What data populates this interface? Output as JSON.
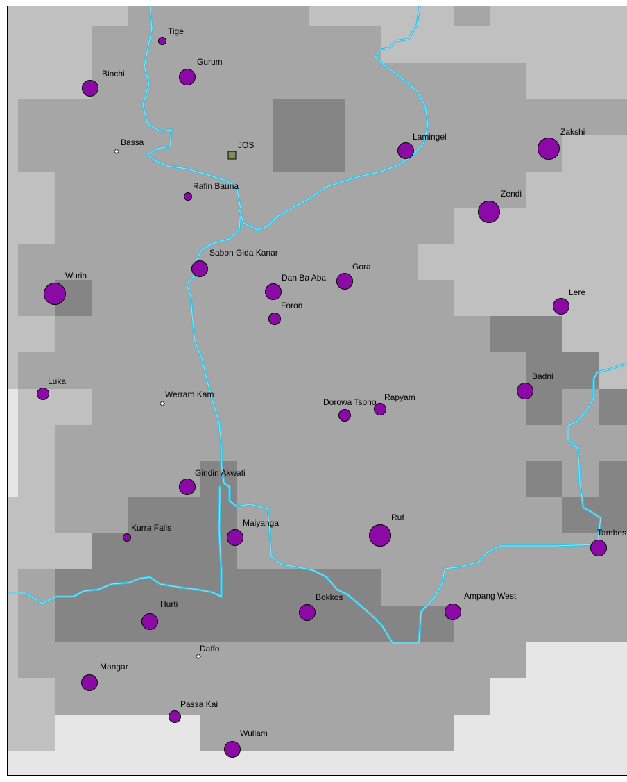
{
  "map": {
    "colors": {
      "raster_lightest": "#e6e6e6",
      "raster_light": "#c0c0c0",
      "raster_medium": "#a6a6a6",
      "raster_dark": "#858585",
      "river": "#35c0e0",
      "settlement_fill": "#8b0aa5",
      "capital_fill": "#7f8c55"
    },
    "capital": {
      "name": "JOS"
    },
    "settlements": [
      {
        "name": "Tige",
        "size": "small"
      },
      {
        "name": "Gurum",
        "size": "large"
      },
      {
        "name": "Binchi",
        "size": "large"
      },
      {
        "name": "Bassa",
        "size": "tiny"
      },
      {
        "name": "Rafin Bauna",
        "size": "small"
      },
      {
        "name": "Lamingel",
        "size": "large"
      },
      {
        "name": "Zakshi",
        "size": "xlarge"
      },
      {
        "name": "Zendi",
        "size": "xlarge"
      },
      {
        "name": "Sabon Gida Kanar",
        "size": "large"
      },
      {
        "name": "Wuria",
        "size": "xlarge"
      },
      {
        "name": "Dan Ba Aba",
        "size": "large"
      },
      {
        "name": "Gora",
        "size": "large"
      },
      {
        "name": "Foron",
        "size": "medium"
      },
      {
        "name": "Lere",
        "size": "large"
      },
      {
        "name": "Luka",
        "size": "medium"
      },
      {
        "name": "Werram Kam",
        "size": "tiny"
      },
      {
        "name": "Dorowa Tsoho",
        "size": "medium"
      },
      {
        "name": "Rapyam",
        "size": "medium"
      },
      {
        "name": "Badni",
        "size": "large"
      },
      {
        "name": "Gindin Akwati",
        "size": "large"
      },
      {
        "name": "Kurra Falls",
        "size": "small"
      },
      {
        "name": "Maiyanga",
        "size": "large"
      },
      {
        "name": "Ruf",
        "size": "xlarge"
      },
      {
        "name": "Tambes",
        "size": "large"
      },
      {
        "name": "Hurti",
        "size": "large"
      },
      {
        "name": "Bokkos",
        "size": "large"
      },
      {
        "name": "Ampang West",
        "size": "large"
      },
      {
        "name": "Daffo",
        "size": "tiny"
      },
      {
        "name": "Mangar",
        "size": "large"
      },
      {
        "name": "Passa Kai",
        "size": "medium"
      },
      {
        "name": "Wullam",
        "size": "large"
      }
    ]
  }
}
